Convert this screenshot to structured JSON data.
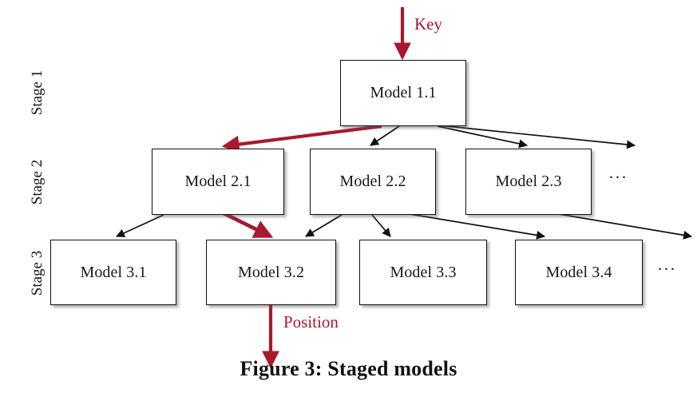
{
  "figure": {
    "caption": "Figure 3: Staged models",
    "accent_red": "#a8192e",
    "line_black": "#111111",
    "background": "#ffffff"
  },
  "stage_labels": [
    {
      "id": "stage-1",
      "text": "Stage 1"
    },
    {
      "id": "stage-2",
      "text": "Stage 2"
    },
    {
      "id": "stage-3",
      "text": "Stage 3"
    }
  ],
  "nodes": {
    "stage1": [
      {
        "id": "model-1-1",
        "label": "Model 1.1"
      }
    ],
    "stage2": [
      {
        "id": "model-2-1",
        "label": "Model 2.1"
      },
      {
        "id": "model-2-2",
        "label": "Model 2.2"
      },
      {
        "id": "model-2-3",
        "label": "Model 2.3"
      }
    ],
    "stage3": [
      {
        "id": "model-3-1",
        "label": "Model 3.1"
      },
      {
        "id": "model-3-2",
        "label": "Model 3.2"
      },
      {
        "id": "model-3-3",
        "label": "Model 3.3"
      },
      {
        "id": "model-3-4",
        "label": "Model 3.4"
      }
    ]
  },
  "ellipses": [
    {
      "id": "ellipsis-stage-2",
      "text": "···"
    },
    {
      "id": "ellipsis-stage-3",
      "text": "···"
    }
  ],
  "annotations": [
    {
      "id": "key-label",
      "text": "Key",
      "color": "#a8192e"
    },
    {
      "id": "position-label",
      "text": "Position",
      "color": "#a8192e"
    }
  ],
  "edges": [
    {
      "from": "key-input",
      "to": "model-1-1",
      "color": "red"
    },
    {
      "from": "model-1-1",
      "to": "model-2-1",
      "color": "red"
    },
    {
      "from": "model-1-1",
      "to": "model-2-2",
      "color": "black"
    },
    {
      "from": "model-1-1",
      "to": "model-2-3",
      "color": "black"
    },
    {
      "from": "model-1-1",
      "to": "ellipsis-stage-2",
      "color": "black"
    },
    {
      "from": "model-2-1",
      "to": "model-3-1",
      "color": "black"
    },
    {
      "from": "model-2-1",
      "to": "model-3-2",
      "color": "red"
    },
    {
      "from": "model-2-2",
      "to": "model-3-2",
      "color": "black"
    },
    {
      "from": "model-2-2",
      "to": "model-3-3",
      "color": "black"
    },
    {
      "from": "model-2-2",
      "to": "model-3-4",
      "color": "black"
    },
    {
      "from": "model-2-3",
      "to": "ellipsis-stage-3",
      "color": "black"
    },
    {
      "from": "model-3-2",
      "to": "position-output",
      "color": "red"
    }
  ]
}
